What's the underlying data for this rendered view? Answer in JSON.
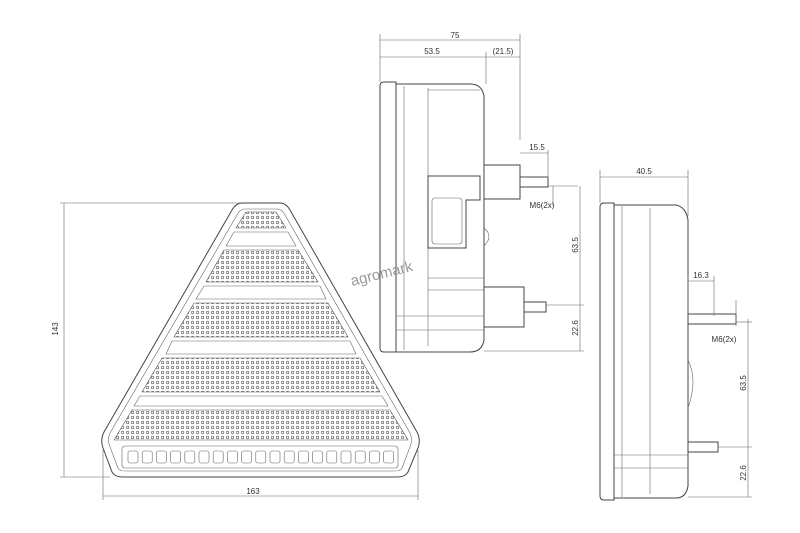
{
  "watermark": "agromark",
  "front_view": {
    "width_label": "163",
    "height_label": "143"
  },
  "side_view_1": {
    "overall_depth": "75",
    "body_depth": "53.5",
    "bracket_depth": "(21.5)",
    "stud_length": "15.5",
    "thread": "M6(2x)",
    "stud_spacing": "63.5",
    "stud_offset": "22.6"
  },
  "side_view_2": {
    "body_depth": "40.5",
    "stud_length": "16.3",
    "thread": "M6(2x)",
    "stud_spacing": "63.5",
    "stud_offset": "22.6"
  },
  "colors": {
    "line": "#444444",
    "hatch": "#555555"
  }
}
